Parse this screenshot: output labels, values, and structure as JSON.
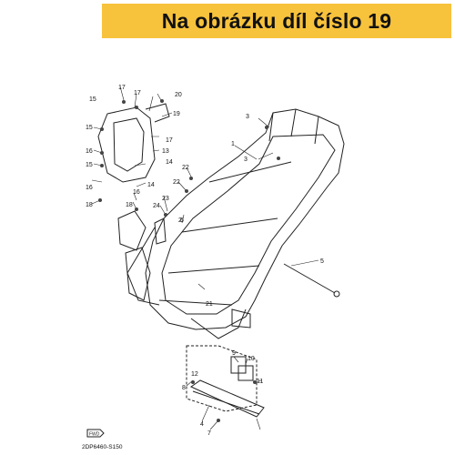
{
  "header": {
    "title": "Na obrázku díl číslo 19"
  },
  "diagram": {
    "callouts": [
      {
        "id": "c1",
        "text": "1"
      },
      {
        "id": "c2",
        "text": "2"
      },
      {
        "id": "c3a",
        "text": "3"
      },
      {
        "id": "c3b",
        "text": "3"
      },
      {
        "id": "c4",
        "text": "4"
      },
      {
        "id": "c5",
        "text": "5"
      },
      {
        "id": "c6",
        "text": "6"
      },
      {
        "id": "c7",
        "text": "7"
      },
      {
        "id": "c8",
        "text": "8"
      },
      {
        "id": "c9",
        "text": "9"
      },
      {
        "id": "c10",
        "text": "10"
      },
      {
        "id": "c11",
        "text": "11"
      },
      {
        "id": "c12",
        "text": "12"
      },
      {
        "id": "c13",
        "text": "13"
      },
      {
        "id": "c14a",
        "text": "14"
      },
      {
        "id": "c14b",
        "text": "14"
      },
      {
        "id": "c15a",
        "text": "15"
      },
      {
        "id": "c15b",
        "text": "15"
      },
      {
        "id": "c15c",
        "text": "15"
      },
      {
        "id": "c16a",
        "text": "16"
      },
      {
        "id": "c16b",
        "text": "16"
      },
      {
        "id": "c16c",
        "text": "16"
      },
      {
        "id": "c17a",
        "text": "17"
      },
      {
        "id": "c17b",
        "text": "17"
      },
      {
        "id": "c17c",
        "text": "17"
      },
      {
        "id": "c18a",
        "text": "18"
      },
      {
        "id": "c18b",
        "text": "18"
      },
      {
        "id": "c19",
        "text": "19"
      },
      {
        "id": "c20",
        "text": "20"
      },
      {
        "id": "c21",
        "text": "21"
      },
      {
        "id": "c22a",
        "text": "22"
      },
      {
        "id": "c22b",
        "text": "22"
      },
      {
        "id": "c23",
        "text": "23"
      },
      {
        "id": "c24",
        "text": "24"
      }
    ],
    "diagram_code": "2DP6460-S150",
    "fwd_label": "FWD"
  }
}
